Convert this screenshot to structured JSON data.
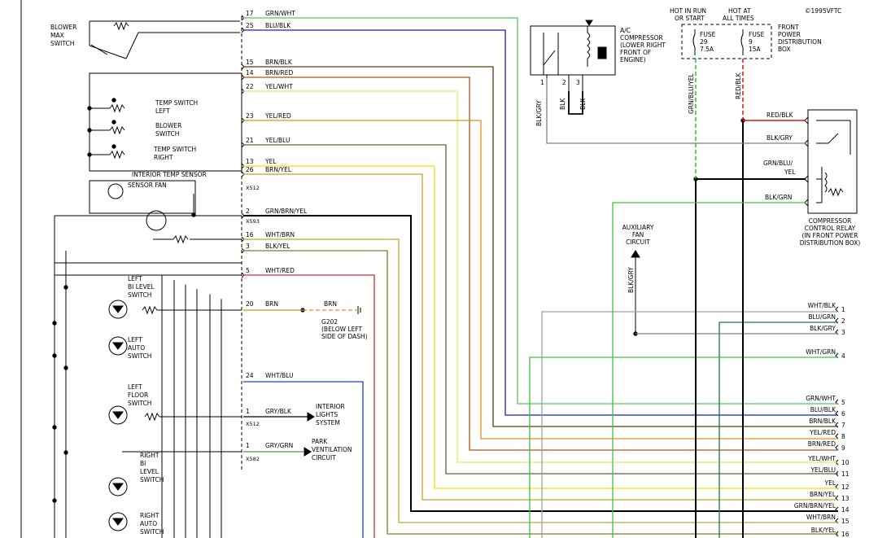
{
  "copyright": "©1995VFTC",
  "header": {
    "hot_run": "HOT IN RUN",
    "hot_start": "OR START",
    "hot_at": "HOT AT",
    "all_times": "ALL TIMES"
  },
  "fuses": {
    "fuse29": [
      "FUSE",
      "29",
      "7.5A"
    ],
    "fuse9": [
      "FUSE",
      "9",
      "15A"
    ],
    "box": [
      "FRONT",
      "POWER",
      "DISTRIBUTION",
      "BOX"
    ]
  },
  "ac_compressor": {
    "label": [
      "A/C",
      "COMPRESSOR",
      "(LOWER RIGHT",
      "FRONT OF",
      "ENGINE)"
    ],
    "pins": [
      "1",
      "2",
      "3"
    ],
    "wires": [
      "BLK/GRY",
      "BLK",
      "BLK"
    ]
  },
  "fuse_wires": [
    "GRN/BLU/YEL",
    "RED/BLK"
  ],
  "relay": {
    "label": [
      "COMPRESSOR",
      "CONTROL RELAY",
      "(IN FRONT POWER",
      "DISTRIBUTION BOX)"
    ],
    "inputs": [
      "RED/BLK",
      "BLK/GRY",
      "GRN/BLU/",
      "YEL",
      "BLK/GRN"
    ]
  },
  "aux_fan": {
    "label": [
      "AUXILIARY",
      "FAN",
      "CIRCUIT"
    ],
    "wire": "BLK/GRY"
  },
  "components": {
    "blower_max": [
      "BLOWER",
      "MAX",
      "SWITCH"
    ],
    "temp_left": [
      "TEMP SWITCH",
      "LEFT"
    ],
    "blower_switch": [
      "BLOWER",
      "SWITCH"
    ],
    "temp_right": [
      "TEMP SWITCH",
      "RIGHT"
    ],
    "interior_temp": "INTERIOR TEMP SENSOR",
    "sensor_fan": "SENSOR FAN",
    "left_bilevel": [
      "LEFT",
      "BI LEVEL",
      "SWITCH"
    ],
    "left_auto": [
      "LEFT",
      "AUTO",
      "SWITCH"
    ],
    "left_floor": [
      "LEFT",
      "FLOOR",
      "SWITCH"
    ],
    "right_bilevel": [
      "RIGHT",
      "BI",
      "LEVEL",
      "SWITCH"
    ],
    "right_auto": [
      "RIGHT",
      "AUTO",
      "SWITCH"
    ]
  },
  "connectors": {
    "x512a": "X512",
    "x593": "X593",
    "x512b": "X512",
    "x582": "X582"
  },
  "ground": [
    "G202",
    "(BELOW LEFT",
    "SIDE OF DASH)"
  ],
  "connector_pins": [
    {
      "pin": "17",
      "wire": "GRN/WHT"
    },
    {
      "pin": "25",
      "wire": "BLU/BLK"
    },
    {
      "pin": "15",
      "wire": "BRN/BLK"
    },
    {
      "pin": "14",
      "wire": "BRN/RED"
    },
    {
      "pin": "22",
      "wire": "YEL/WHT"
    },
    {
      "pin": "23",
      "wire": "YEL/RED"
    },
    {
      "pin": "21",
      "wire": "YEL/BLU"
    },
    {
      "pin": "13",
      "wire": "YEL"
    },
    {
      "pin": "26",
      "wire": "BRN/YEL"
    },
    {
      "pin": "2",
      "wire": "GRN/BRN/YEL"
    },
    {
      "pin": "16",
      "wire": "WHT/BRN"
    },
    {
      "pin": "3",
      "wire": "BLK/YEL"
    },
    {
      "pin": "5",
      "wire": "WHT/RED"
    },
    {
      "pin": "20",
      "wire": "BRN"
    },
    {
      "pin": "24",
      "wire": "WHT/BLU"
    },
    {
      "pin": "1",
      "wire": "GRY/BLK"
    },
    {
      "pin": "1",
      "wire": "GRY/GRN"
    }
  ],
  "ground_wire": "BRN",
  "destinations": {
    "interior_lights": [
      "INTERIOR",
      "LIGHTS",
      "SYSTEM"
    ],
    "park_vent": [
      "PARK",
      "VENTILATION",
      "CIRCUIT"
    ]
  },
  "right_pins": [
    {
      "wire": "WHT/BLK",
      "pin": "1"
    },
    {
      "wire": "BLU/GRN",
      "pin": "2"
    },
    {
      "wire": "BLK/GRY",
      "pin": "3"
    },
    {
      "wire": "WHT/GRN",
      "pin": "4"
    },
    {
      "wire": "GRN/WHT",
      "pin": "5"
    },
    {
      "wire": "BLU/BLK",
      "pin": "6"
    },
    {
      "wire": "BRN/BLK",
      "pin": "7"
    },
    {
      "wire": "YEL/RED",
      "pin": "8"
    },
    {
      "wire": "BRN/RED",
      "pin": "9"
    },
    {
      "wire": "YEL/WHT",
      "pin": "10"
    },
    {
      "wire": "YEL/BLU",
      "pin": "11"
    },
    {
      "wire": "YEL",
      "pin": "12"
    },
    {
      "wire": "BRN/YEL",
      "pin": "13"
    },
    {
      "wire": "GRN/BRN/YEL",
      "pin": "14"
    },
    {
      "wire": "WHT/BRN",
      "pin": "15"
    },
    {
      "wire": "BLK/YEL",
      "pin": "16"
    }
  ],
  "wire_colors": {
    "GRN/WHT": "#58c858",
    "BLU/BLK": "#2020a0",
    "BRN/BLK": "#5a3a10",
    "BRN/RED": "#b05018",
    "YEL/WHT": "#e8e860",
    "YEL/RED": "#e89020",
    "YEL/BLU": "#606040",
    "YEL": "#f0e000",
    "BRN/YEL": "#c8a030",
    "GRN/BRN/YEL": "#000000",
    "WHT/BRN": "#c8a040",
    "BLK/YEL": "#808020",
    "WHT/RED": "#d03030",
    "BRN": "#d09020",
    "WHT/BLU": "#2040c0",
    "GRY/BLK": "#000000",
    "GRY/GRN": "#40a040",
    "WHT/BLK": "#a0a0a0",
    "BLU/GRN": "#108040",
    "BLK/GRY": "#808080",
    "WHT/GRN": "#40c040",
    "RED/BLK": "#e01010",
    "GRN/BLU/YEL": "#30c030",
    "BLK/GRN": "#40c040"
  }
}
